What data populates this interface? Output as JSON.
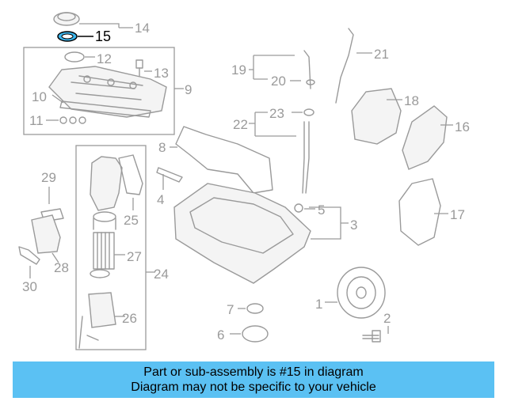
{
  "diagram": {
    "highlighted_part": "15",
    "callouts": [
      "1",
      "2",
      "3",
      "4",
      "5",
      "6",
      "7",
      "8",
      "9",
      "10",
      "11",
      "12",
      "13",
      "14",
      "15",
      "16",
      "17",
      "18",
      "19",
      "20",
      "21",
      "22",
      "23",
      "24",
      "25",
      "26",
      "27",
      "28",
      "29",
      "30"
    ]
  },
  "caption": {
    "line1": "Part or sub-assembly is #15 in diagram",
    "line2": "Diagram may not be specific to your vehicle"
  },
  "colors": {
    "line": "#9a9a9a",
    "highlight": "#000000",
    "banner": "#5bc1f3"
  }
}
